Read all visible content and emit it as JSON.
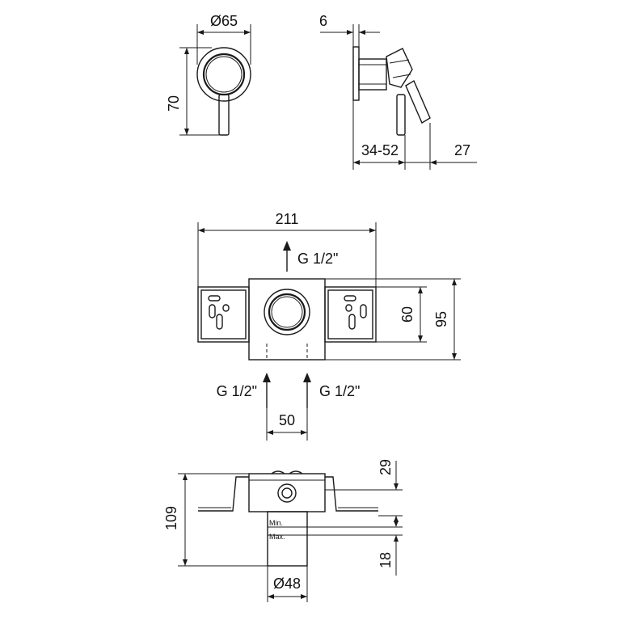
{
  "dimensions": {
    "front_diameter": "Ø65",
    "front_height": "70",
    "side_plate": "6",
    "side_depth": "34-52",
    "side_lever": "27",
    "box_width": "211",
    "box_inner_height": "60",
    "box_outer_height": "95",
    "inlet_spacing": "50",
    "section_height": "109",
    "section_top": "29",
    "section_bottom": "18",
    "sleeve_diameter": "Ø48"
  },
  "connections": {
    "outlet_top": "G 1/2\"",
    "inlet_left": "G 1/2\"",
    "inlet_right": "G 1/2\""
  },
  "depth_marks": {
    "min": "Min.",
    "max": "Max."
  }
}
